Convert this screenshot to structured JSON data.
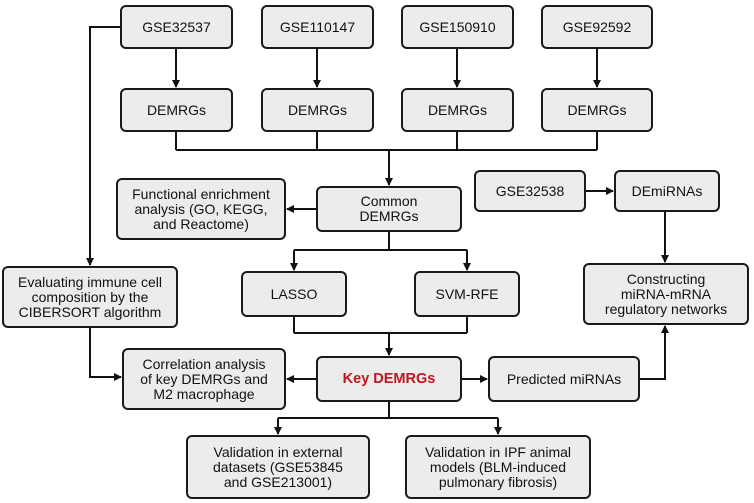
{
  "diagram": {
    "colors": {
      "node_fill": "#ececec",
      "node_border": "#1a1a1a",
      "text": "#111111",
      "highlight_text": "#c0161d",
      "arrow": "#111111"
    },
    "nodes": {
      "gse32537": "GSE32537",
      "gse110147": "GSE110147",
      "gse150910": "GSE150910",
      "gse92592": "GSE92592",
      "demrgs_1": "DEMRGs",
      "demrgs_2": "DEMRGs",
      "demrgs_3": "DEMRGs",
      "demrgs_4": "DEMRGs",
      "functional_enrichment": "Functional enrichment\nanalysis (GO,  KEGG,\nand Reactome)",
      "common_demrgs": "Common\nDEMRGs",
      "gse32538": "GSE32538",
      "demirnas": "DEmiRNAs",
      "immune_cell": "Evaluating immune cell\ncomposition by the\nCIBERSORT algorithm",
      "lasso": "LASSO",
      "svm_rfe": "SVM-RFE",
      "mirna_network": "Constructing\nmiRNA-mRNA\nregulatory networks",
      "correlation": "Correlation analysis\nof key DEMRGs and\nM2 macrophage",
      "key_demrgs": "Key DEMRGs",
      "predicted_mirnas": "Predicted miRNAs",
      "validation_external": "Validation in external\ndatasets (GSE53845\nand GSE213001)",
      "validation_animal": "Validation in IPF animal\nmodels (BLM-induced\npulmonary fibrosis)"
    }
  }
}
